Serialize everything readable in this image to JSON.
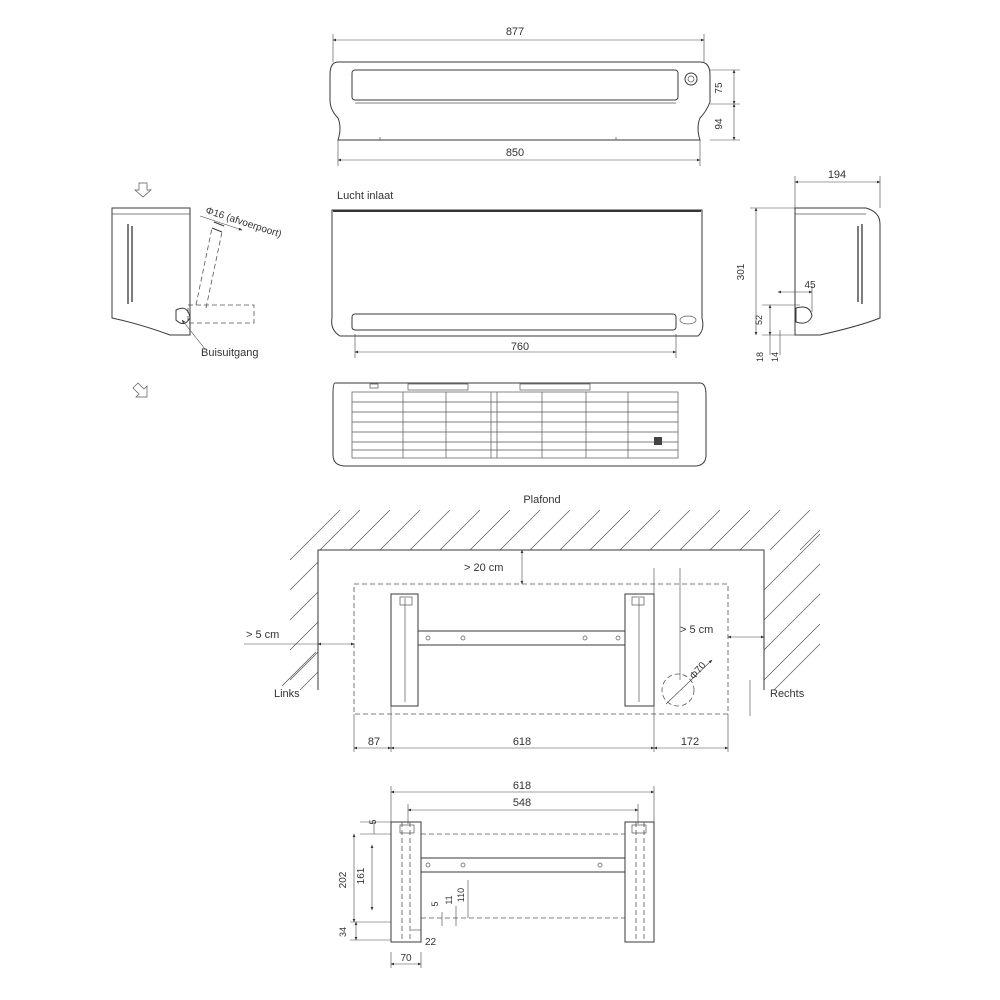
{
  "dimensions": {
    "front_width_outer": "877",
    "front_width_inner": "850",
    "front_height_top": "75",
    "front_height_bottom": "94",
    "side_depth": "194",
    "side_height": "301",
    "side_pipe_offset": "45",
    "side_pipe_height": "52",
    "side_pipe_bottom_a": "18",
    "side_pipe_bottom_b": "14",
    "inlet_width": "760",
    "drain_diameter": "Φ16 (afvoerpoort)",
    "clear_top": "> 20 cm",
    "clear_left": "> 5 cm",
    "clear_right": "> 5 cm",
    "pipe_hole": "Φ70",
    "bottom_left": "87",
    "bottom_mid": "618",
    "bottom_right": "172",
    "plate_width": "618",
    "plate_inner": "548",
    "plate_height": "202",
    "plate_161": "161",
    "plate_5": "5",
    "plate_5b": "5",
    "plate_11": "11",
    "plate_110": "110",
    "plate_34": "34",
    "plate_22": "22",
    "plate_70": "70"
  },
  "labels": {
    "air_inlet": "Lucht inlaat",
    "pipe_outlet": "Buisuitgang",
    "ceiling": "Plafond",
    "left": "Links",
    "right": "Rechts"
  }
}
